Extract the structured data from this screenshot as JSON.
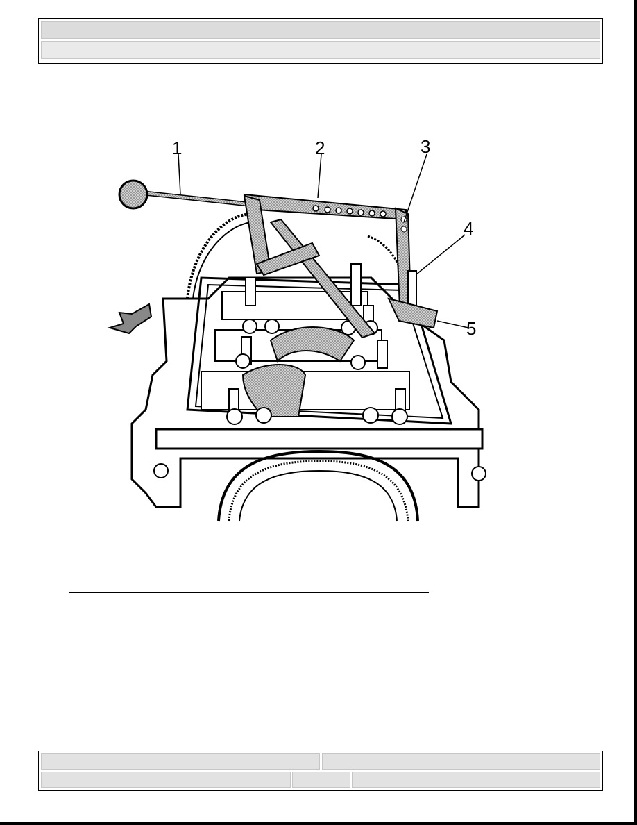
{
  "header": {
    "row1_text": "",
    "row2_text": ""
  },
  "figure": {
    "callouts": [
      {
        "label": "1"
      },
      {
        "label": "2"
      },
      {
        "label": "3"
      },
      {
        "label": "4"
      },
      {
        "label": "5"
      }
    ]
  },
  "footer": {
    "cell1": "",
    "cell2": "",
    "cell3": "",
    "cell4": "",
    "cell5": ""
  },
  "colors": {
    "tool_fill": "#c8c8c8",
    "line": "#000000",
    "panel": "#dcdcdc"
  }
}
